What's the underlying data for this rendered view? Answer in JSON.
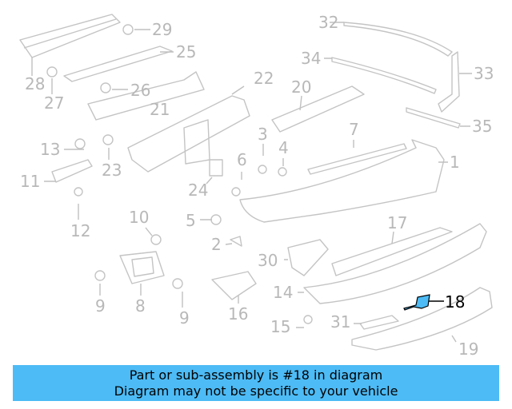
{
  "diagram": {
    "highlight_color": "#4dbbf5",
    "highlighted_part": "18",
    "callouts": [
      "32",
      "29",
      "25",
      "34",
      "33",
      "28",
      "27",
      "26",
      "22",
      "20",
      "21",
      "35",
      "7",
      "3",
      "13",
      "23",
      "4",
      "1",
      "6",
      "11",
      "24",
      "12",
      "10",
      "5",
      "17",
      "2",
      "30",
      "14",
      "9",
      "8",
      "9",
      "16",
      "18",
      "15",
      "31",
      "19"
    ]
  },
  "banner": {
    "line1": "Part or sub-assembly is #18 in diagram",
    "line2": "Diagram may not be specific to your vehicle"
  }
}
